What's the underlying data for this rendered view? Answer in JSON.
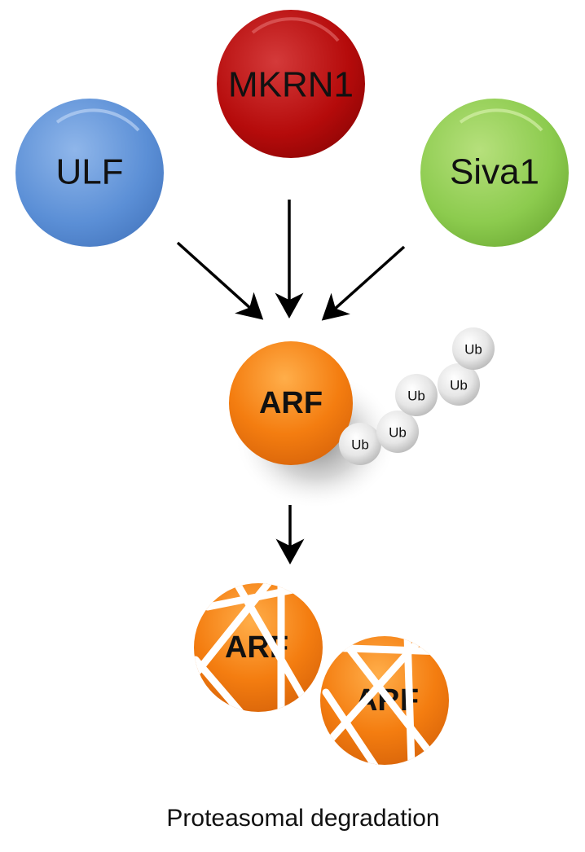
{
  "enzymes": [
    {
      "key": "ulf",
      "label": "ULF",
      "color": "#5b8fd6"
    },
    {
      "key": "mkrn1",
      "label": "MKRN1",
      "color": "#b50b0b"
    },
    {
      "key": "siva1",
      "label": "Siva1",
      "color": "#8ccb4e"
    }
  ],
  "substrate": {
    "label": "ARF",
    "color": "#f47d10"
  },
  "ubiquitin": {
    "label": "Ub",
    "count": 5,
    "color": "#dcdcdc"
  },
  "degraded": {
    "label": "ARF",
    "count": 2,
    "color": "#e8781a"
  },
  "caption": "Proteasomal degradation"
}
